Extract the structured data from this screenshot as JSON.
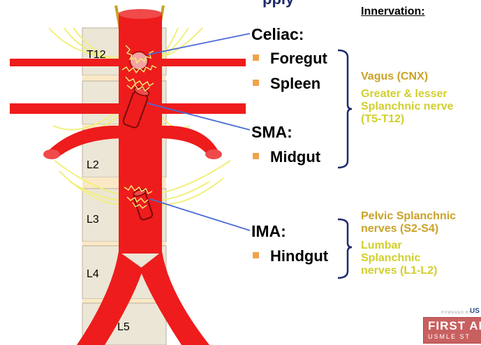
{
  "title_fragment": "pply",
  "vertebrae": [
    "T12",
    "L2",
    "L3",
    "L4",
    "L5"
  ],
  "arteries": {
    "celiac": {
      "label": "Celiac:",
      "bullets": [
        "Foregut",
        "Spleen"
      ]
    },
    "sma": {
      "label": "SMA:",
      "bullets": [
        "Midgut"
      ]
    },
    "ima": {
      "label": "IMA:",
      "bullets": [
        "Hindgut"
      ]
    }
  },
  "innervation": {
    "heading": "Innervation:",
    "upper": {
      "vagus": "Vagus (CNX)",
      "splanchnic_lines": [
        "Greater & lesser",
        "Splanchnic nerve",
        "(T5-T12)"
      ]
    },
    "lower": {
      "pelvic_lines": [
        "Pelvic Splanchnic",
        "nerves (S2-S4)"
      ],
      "lumbar_lines": [
        "Lumbar",
        "Splanchnic",
        "nerves (L1-L2)"
      ]
    }
  },
  "logo": {
    "powered_by": "POWERED BY",
    "us_mark": "US",
    "name": "FIRST AI",
    "sub": "USMLE ST"
  },
  "colors": {
    "aorta": "#ee1c1c",
    "nerve": "#f2ef7a",
    "bullet": "#f0a24a",
    "gold_text": "#c9a227",
    "olive_text": "#d2cf2c",
    "pointer": "#4a6bd6",
    "bracket": "#1f2a6b"
  }
}
